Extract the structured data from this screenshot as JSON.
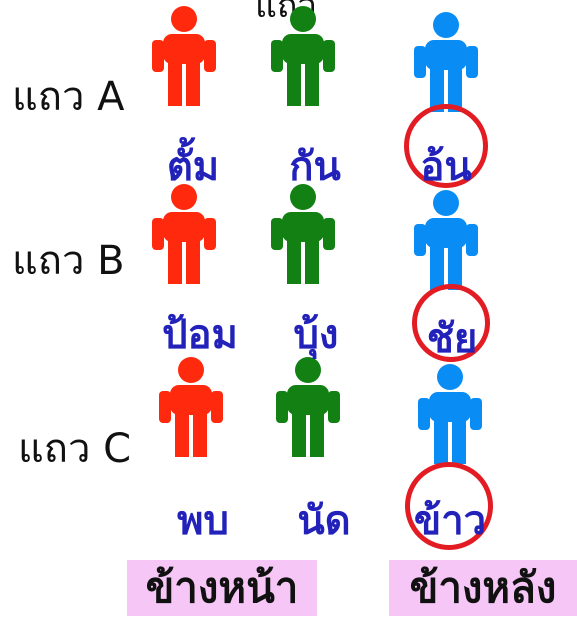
{
  "top_text": "แถว",
  "colors": {
    "front": "#ff2a0d",
    "middle": "#128012",
    "back": "#0a8cf5",
    "name": "#2222bb",
    "circle": "#e31b23"
  },
  "rows": [
    {
      "label": "แถว A",
      "names": [
        "ตั้ม",
        "กัน",
        "อ้น"
      ]
    },
    {
      "label": "แถว B",
      "names": [
        "ป้อม",
        "บุ้ง",
        "ชัย"
      ]
    },
    {
      "label": "แถว C",
      "names": [
        "พบ",
        "นัด",
        "ข้าว"
      ]
    }
  ],
  "footer": {
    "front_label": "ข้างหน้า",
    "back_label": "ข้างหลัง"
  }
}
